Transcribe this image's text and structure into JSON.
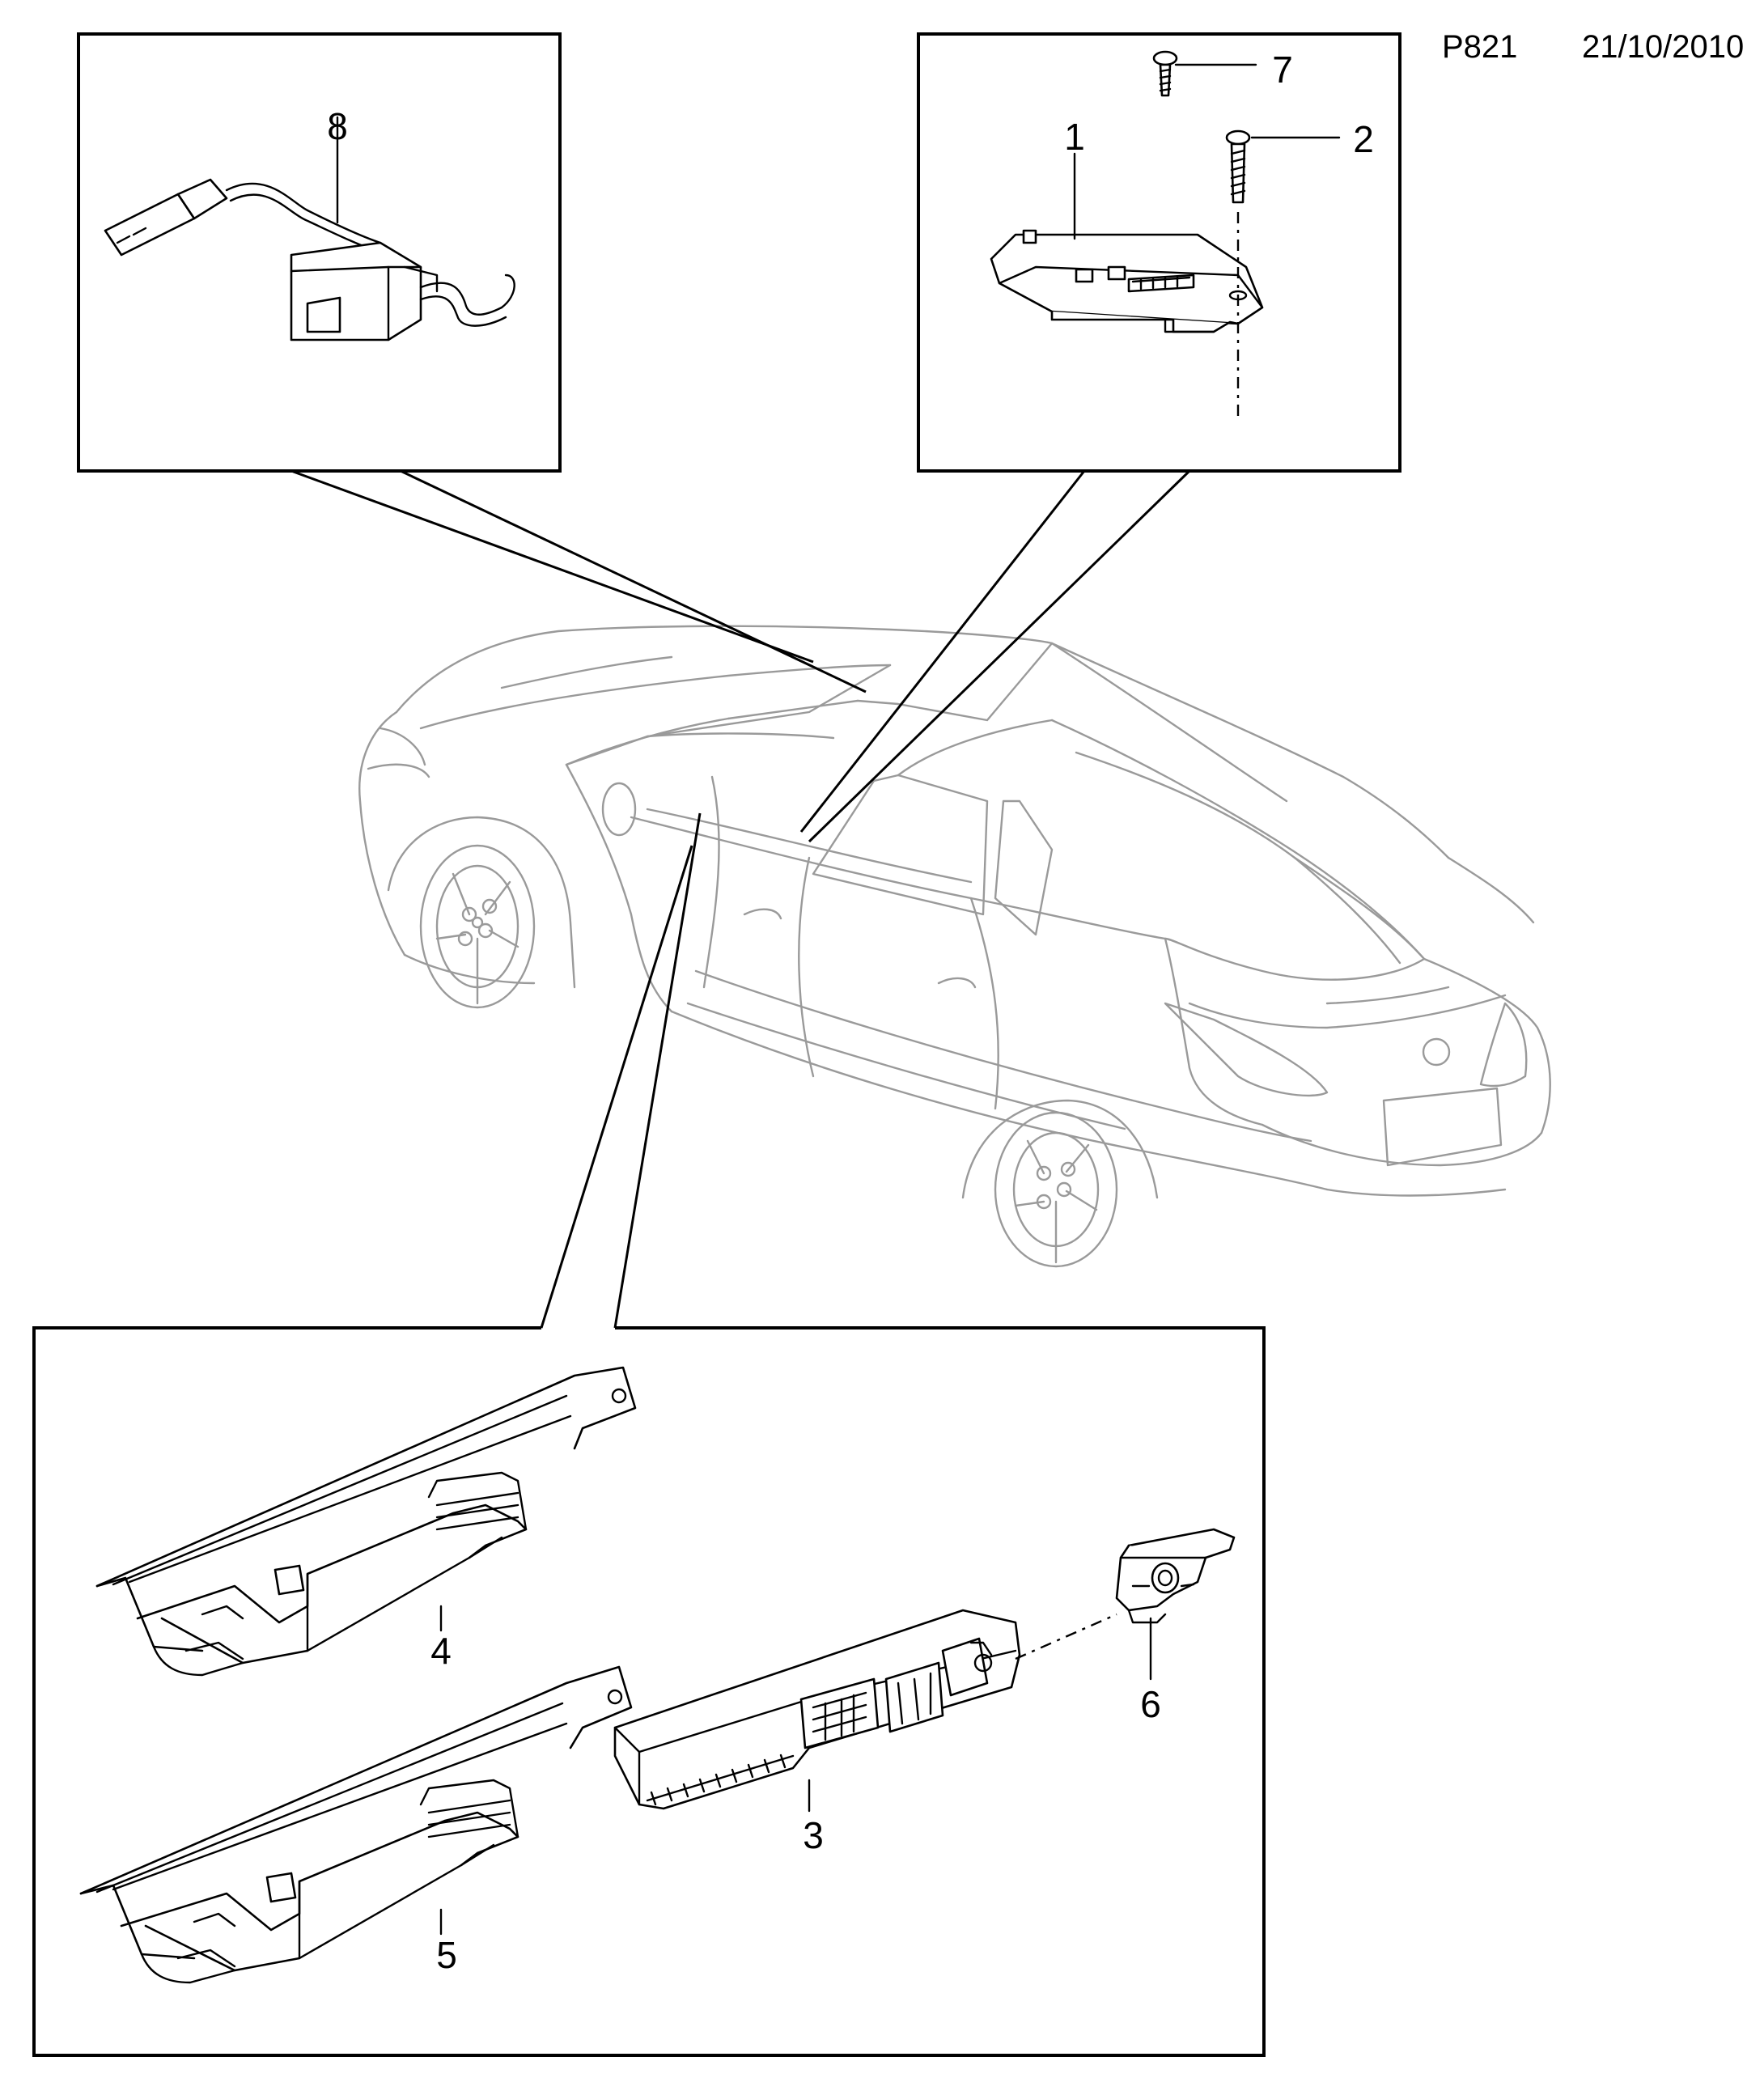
{
  "header": {
    "page_code": "P821",
    "date": "21/10/2010"
  },
  "callouts": {
    "c1": "1",
    "c2": "2",
    "c3": "3",
    "c4": "4",
    "c5": "5",
    "c6": "6",
    "c7": "7",
    "c8": "8"
  }
}
